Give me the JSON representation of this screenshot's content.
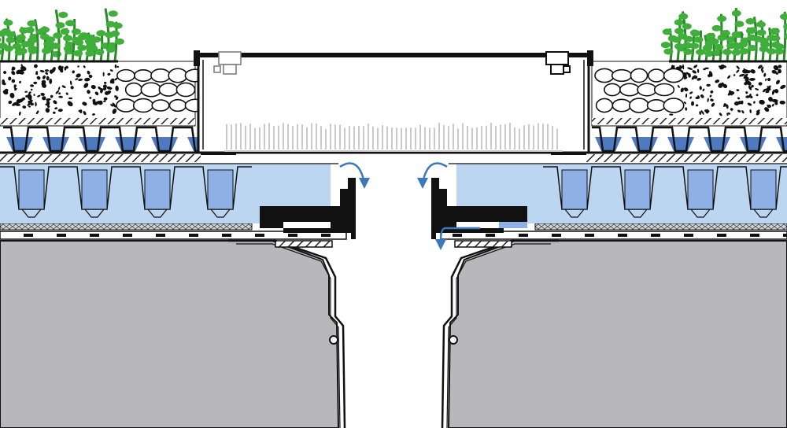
{
  "diagram": {
    "colors": {
      "background": "#ffffff",
      "outline": "#111111",
      "plant_green": "#3fae3a",
      "plant_dark": "#2a8a2a",
      "water_blue": "#4f7ac0",
      "drain_light_blue": "#bcd6f2",
      "drain_mid_blue": "#8fb0e4",
      "drain_dark_blue": "#6b8fd4",
      "concrete_gray": "#b8b8bc",
      "flow_arrow": "#3c78be"
    },
    "icons": {
      "flow_arrow": "curved-flow-arrow-icon",
      "vent_cap": "vent-cap-icon"
    },
    "layers": [
      "vegetation",
      "substrate",
      "gravel",
      "drainage-element",
      "water-retention-board",
      "protection-mat",
      "waterproofing",
      "concrete-slab",
      "roof-drain-inspection-chamber"
    ]
  }
}
